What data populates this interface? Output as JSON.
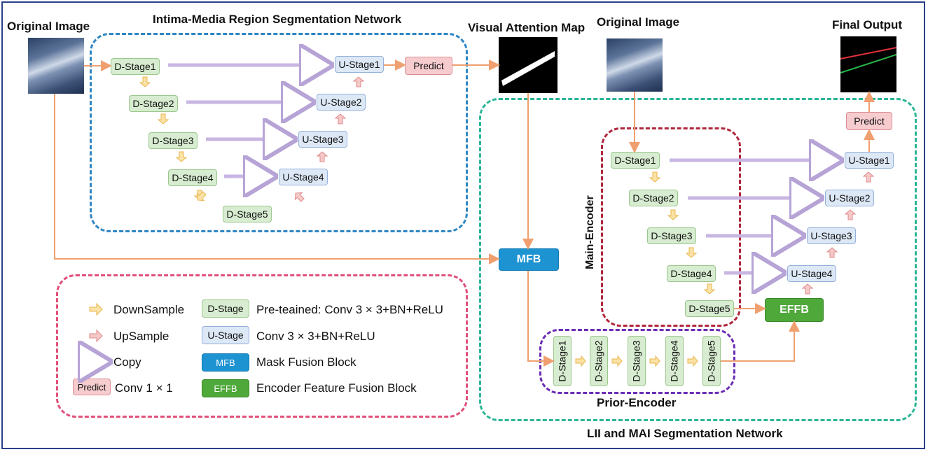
{
  "titles": {
    "original_image_left": "Original Image",
    "intima_network": "Intima-Media Region Segmentation Network",
    "visual_attention_map": "Visual Attention Map",
    "original_image_right": "Original Image",
    "final_output": "Final Output",
    "lii_network": "LII and MAI Segmentation Network",
    "main_encoder": "Main-Encoder",
    "prior_encoder": "Prior-Encoder"
  },
  "intima": {
    "d_stages": [
      "D-Stage1",
      "D-Stage2",
      "D-Stage3",
      "D-Stage4",
      "D-Stage5"
    ],
    "u_stages": [
      "U-Stage1",
      "U-Stage2",
      "U-Stage3",
      "U-Stage4"
    ],
    "predict": "Predict"
  },
  "lii": {
    "d_stages": [
      "D-Stage1",
      "D-Stage2",
      "D-Stage3",
      "D-Stage4",
      "D-Stage5"
    ],
    "u_stages": [
      "U-Stage1",
      "U-Stage2",
      "U-Stage3",
      "U-Stage4"
    ],
    "predict": "Predict",
    "prior_stages": [
      "D-Stage1",
      "D-Stage2",
      "D-Stage3",
      "D-Stage4",
      "D-Stage5"
    ]
  },
  "blocks": {
    "mfb": "MFB",
    "effb": "EFFB"
  },
  "legend": {
    "downsample": "DownSample",
    "upsample": "UpSample",
    "copy": "Copy",
    "conv1": "Conv 1 × 1",
    "predict_tag": "Predict",
    "dstage_tag": "D-Stage",
    "dstage_desc": "Pre-teained: Conv 3 × 3+BN+ReLU",
    "ustage_tag": "U-Stage",
    "ustage_desc": "Conv 3 × 3+BN+ReLU",
    "mfb_tag": "MFB",
    "mfb_desc": "Mask Fusion Block",
    "effb_tag": "EFFB",
    "effb_desc": "Encoder Feature Fusion Block"
  },
  "colors": {
    "downsample_arrow": "#f2c25a",
    "upsample_arrow": "#e98c8c",
    "copy_arrow": "#c8b6e2",
    "flow_arrow": "#f0a070",
    "final_line_red": "#e0303a",
    "final_line_green": "#28b84a"
  }
}
